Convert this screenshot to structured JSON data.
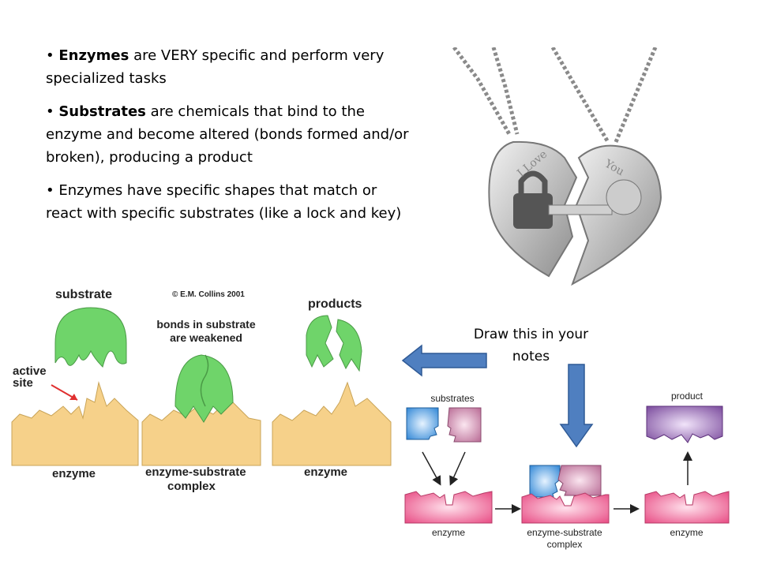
{
  "bullets": [
    {
      "bold": "Enzymes",
      "text": " are VERY specific and  perform very specialized tasks"
    },
    {
      "bold": "Substrates",
      "text": " are chemicals that bind to the enzyme and become altered (bonds formed and/or broken), producing a product"
    },
    {
      "bold": "",
      "text": "Enzymes have specific shapes that match or react with specific substrates (like a lock and key)"
    }
  ],
  "left_diagram": {
    "substrate": "substrate",
    "copyright": "© E.M. Collins 2001",
    "bonds": "bonds in substrate",
    "weakened": "are weakened",
    "products": "products",
    "active": "active",
    "site": "site",
    "enzyme1": "enzyme",
    "complex_line1": "enzyme-substrate",
    "complex_line2": "complex",
    "enzyme2": "enzyme"
  },
  "note": "Draw this in your notes",
  "right_diagram": {
    "substrates": "substrates",
    "product": "product",
    "enzyme1": "enzyme",
    "complex_line1": "enzyme-substrate",
    "complex_line2": "complex",
    "enzyme2": "enzyme"
  },
  "pendant": {
    "left_text": "I Love",
    "right_text": "You"
  },
  "colors": {
    "green": "#6fd46a",
    "tan": "#f6d18a",
    "arrow": "#4f7fc0",
    "pink": "#ef5b8e",
    "purple": "#8a5aa8",
    "blue": "#3a8fd8",
    "mauve": "#c77aa0"
  }
}
